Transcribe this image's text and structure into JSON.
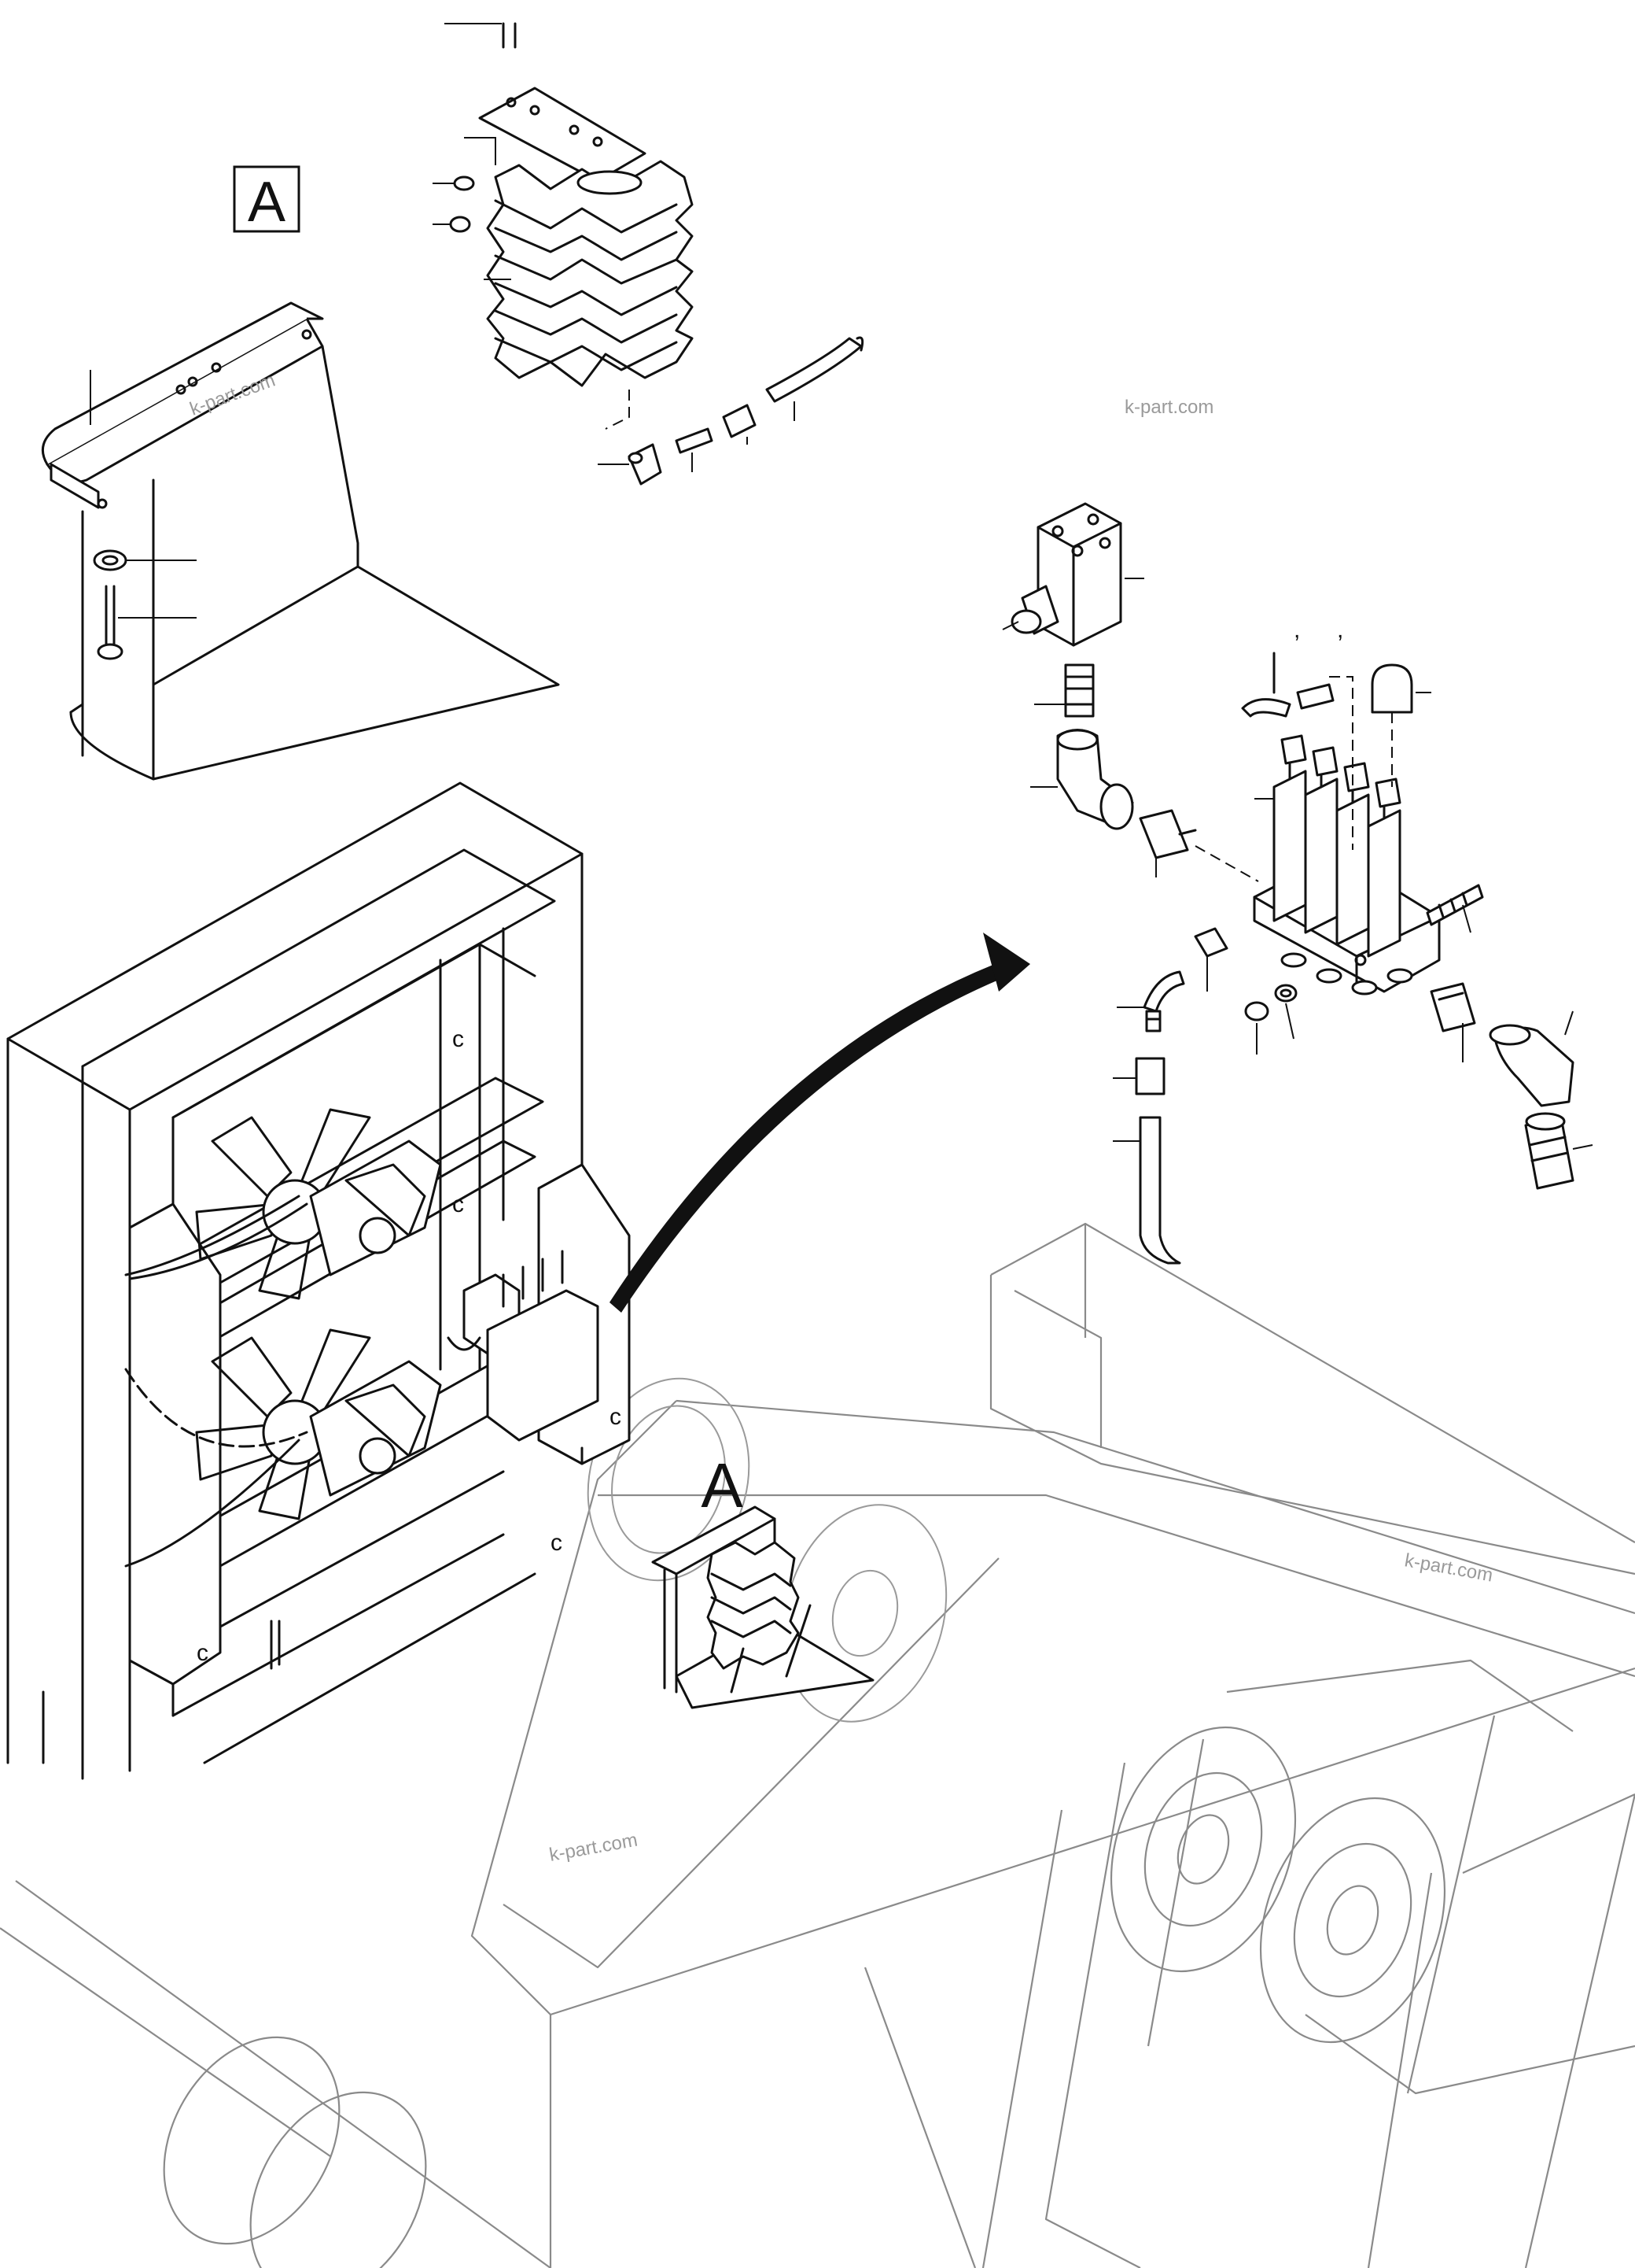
{
  "detail_label": "A",
  "callout_label": "A",
  "watermark": "k-part.com",
  "ticks": [
    ",",
    ","
  ]
}
